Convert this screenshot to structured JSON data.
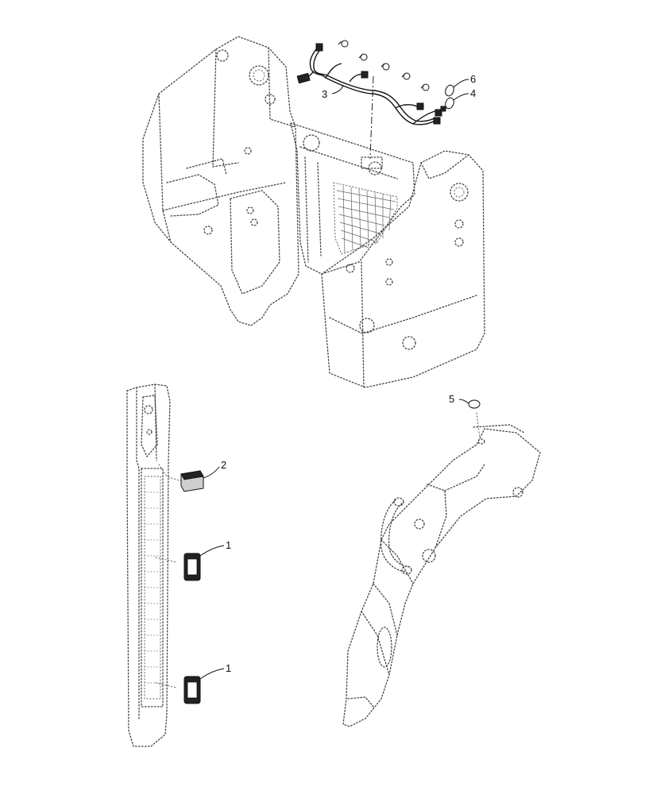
{
  "callouts": [
    {
      "id": "callout-1a",
      "label": "1"
    },
    {
      "id": "callout-1b",
      "label": "1"
    },
    {
      "id": "callout-2",
      "label": "2"
    },
    {
      "id": "callout-3",
      "label": "3"
    },
    {
      "id": "callout-4",
      "label": "4"
    },
    {
      "id": "callout-5",
      "label": "5"
    },
    {
      "id": "callout-6",
      "label": "6"
    }
  ],
  "colors": {
    "line": "#111111",
    "ghost": "#444444",
    "background": "#ffffff"
  }
}
